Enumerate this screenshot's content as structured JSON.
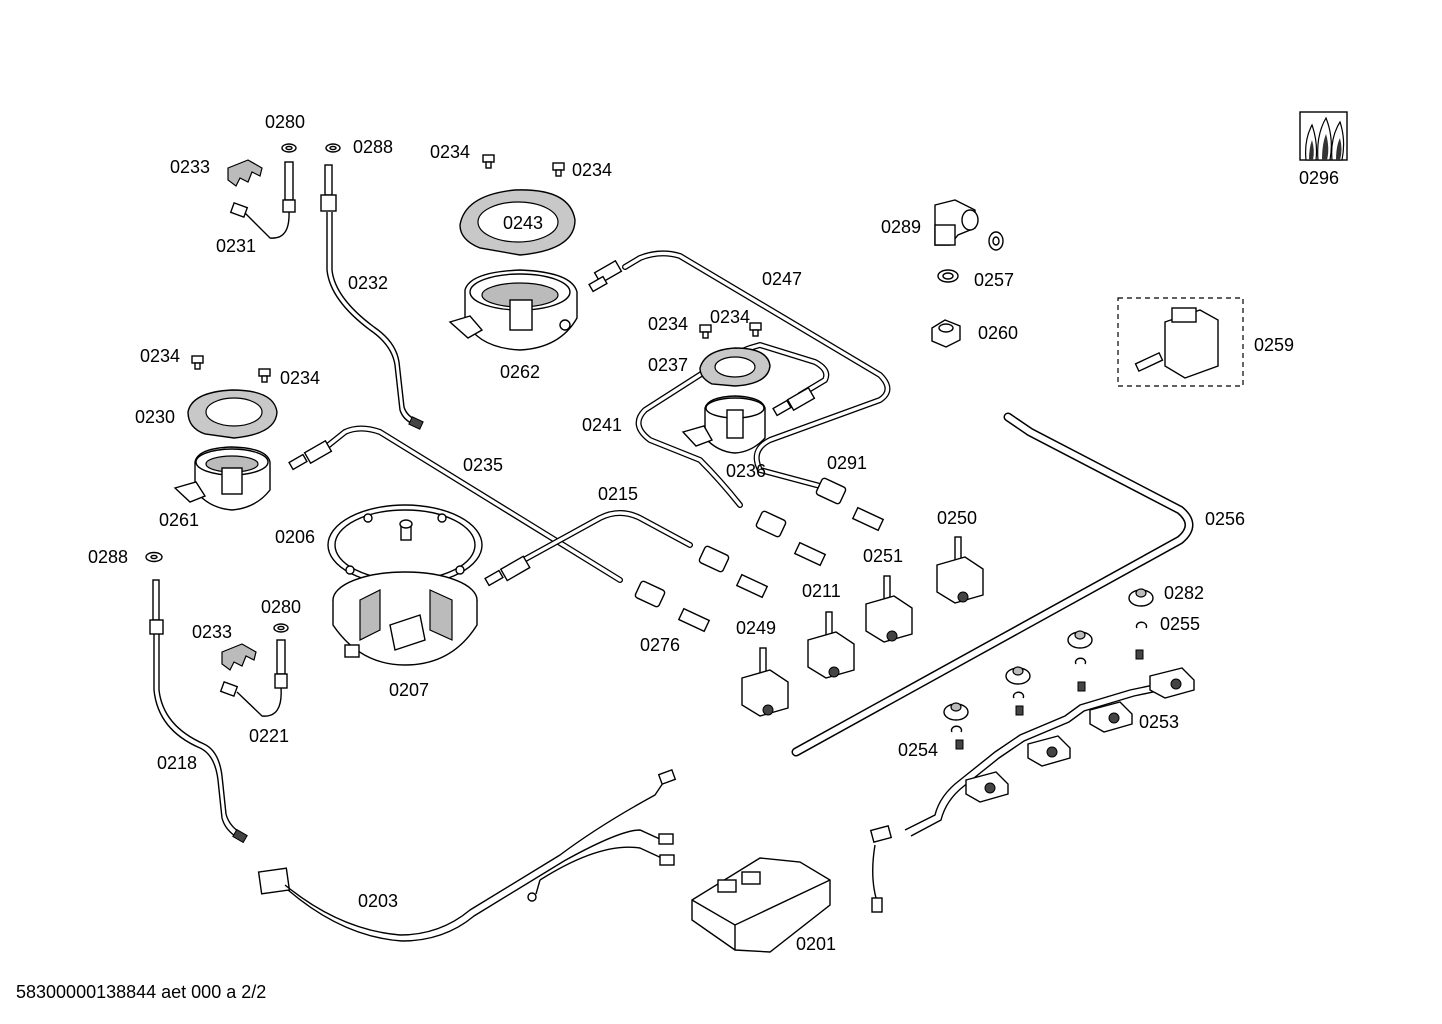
{
  "document_id": "58300000138844 aet 000 a 2/2",
  "labels": {
    "p0201": "0201",
    "p0203": "0203",
    "p0206": "0206",
    "p0207": "0207",
    "p0211": "0211",
    "p0215": "0215",
    "p0218": "0218",
    "p0221": "0221",
    "p0230": "0230",
    "p0231": "0231",
    "p0232": "0232",
    "p0233a": "0233",
    "p0233b": "0233",
    "p0234a": "0234",
    "p0234b": "0234",
    "p0234c": "0234",
    "p0234d": "0234",
    "p0234e": "0234",
    "p0234f": "0234",
    "p0235": "0235",
    "p0236": "0236",
    "p0237": "0237",
    "p0241": "0241",
    "p0243": "0243",
    "p0247": "0247",
    "p0249": "0249",
    "p0250": "0250",
    "p0251": "0251",
    "p0253": "0253",
    "p0254": "0254",
    "p0255": "0255",
    "p0256": "0256",
    "p0257": "0257",
    "p0259": "0259",
    "p0260": "0260",
    "p0261": "0261",
    "p0262": "0262",
    "p0276": "0276",
    "p0280a": "0280",
    "p0280b": "0280",
    "p0282": "0282",
    "p0288a": "0288",
    "p0288b": "0288",
    "p0289": "0289",
    "p0291": "0291",
    "p0296": "0296"
  }
}
